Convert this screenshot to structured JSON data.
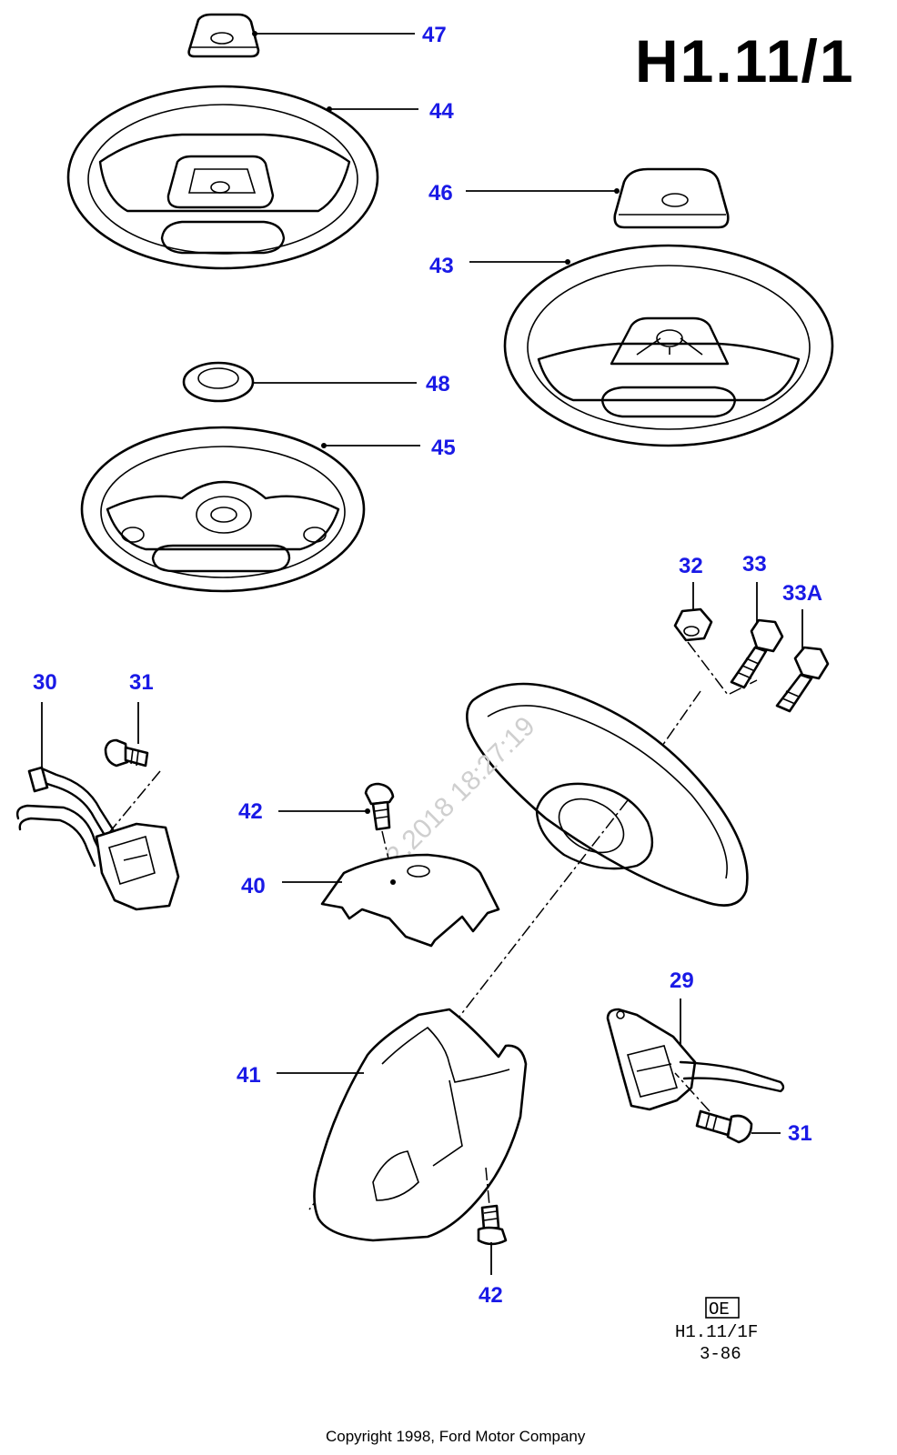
{
  "sheet_title": "H1.11/1",
  "ref_box_code": "OE",
  "ref_sheet_code": "H1.11/1F",
  "ref_date": "3-86",
  "copyright": "Copyright 1998, Ford Motor Company",
  "watermark": "05.02.2018 18:27:19",
  "callouts": {
    "c47": "47",
    "c44": "44",
    "c46": "46",
    "c43": "43",
    "c48": "48",
    "c45": "45",
    "c32": "32",
    "c33": "33",
    "c33a": "33A",
    "c30": "30",
    "c31a": "31",
    "c42a": "42",
    "c40": "40",
    "c41": "41",
    "c29": "29",
    "c31b": "31",
    "c42b": "42"
  }
}
